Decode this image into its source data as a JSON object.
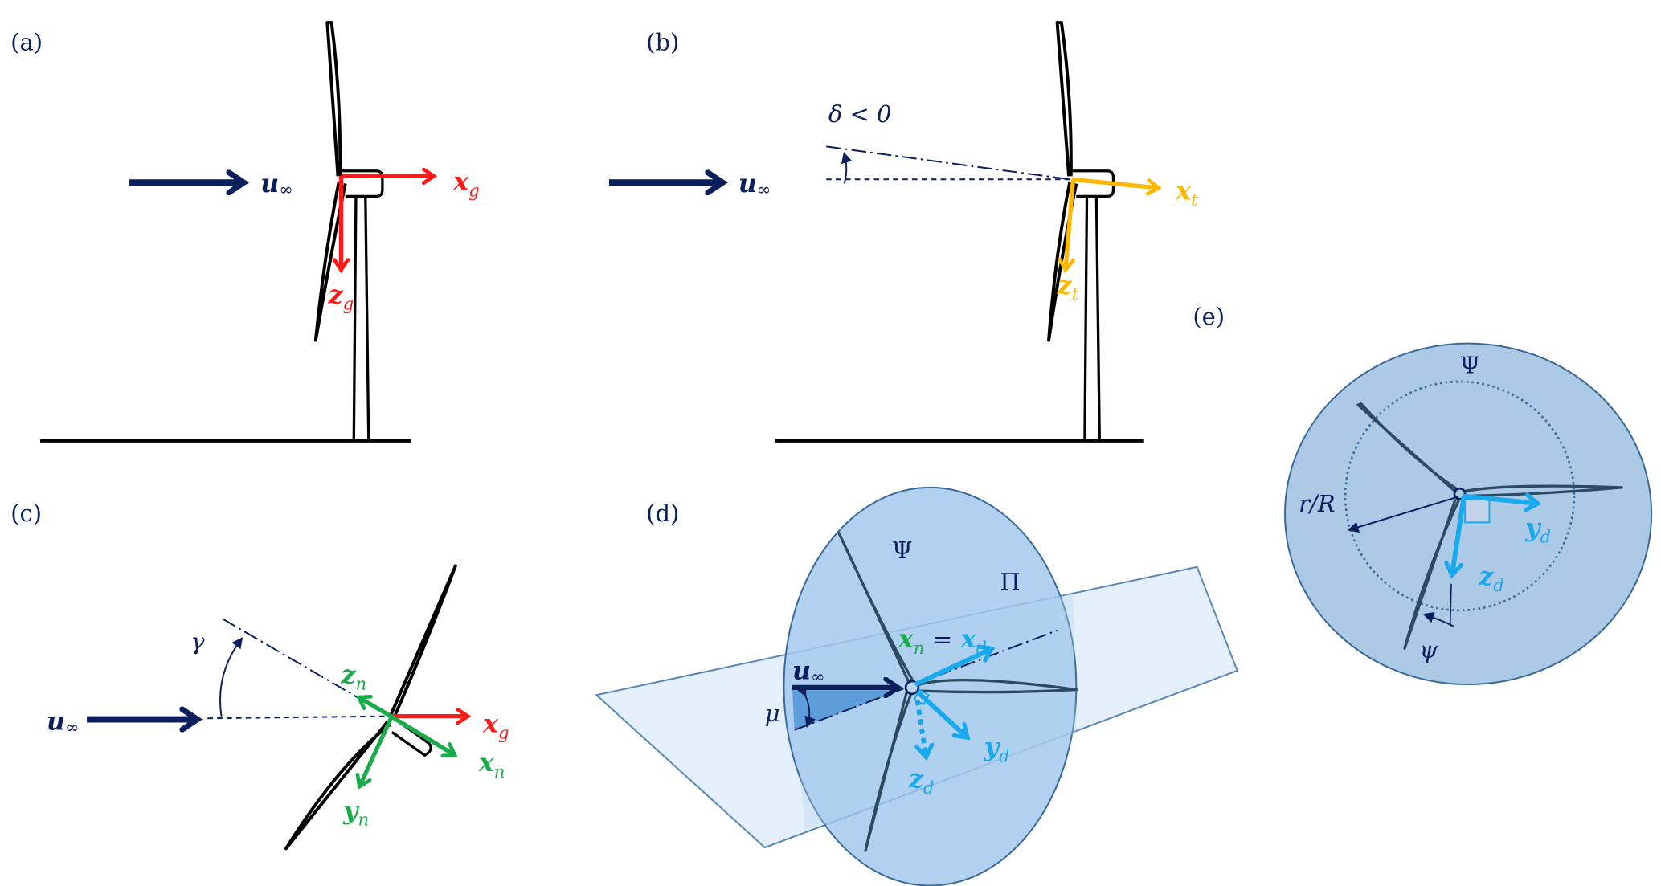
{
  "figure": {
    "colors": {
      "navy": "#0b1f5c",
      "red": "#ff1a1a",
      "orange": "#ffb800",
      "green": "#1aab4b",
      "cyan": "#19a9ec",
      "disk_fill": "#a9cbea",
      "disk_stroke": "#3a6a96",
      "plane_fill": "#dbeafb",
      "plane_stroke": "#5a86b4"
    },
    "panels": [
      {
        "id": "a",
        "label": "(a)",
        "freestream": "u",
        "freestream_sub": "∞",
        "axes": [
          {
            "name": "x",
            "sub": "g"
          },
          {
            "name": "z",
            "sub": "g"
          }
        ]
      },
      {
        "id": "b",
        "label": "(b)",
        "freestream": "u",
        "freestream_sub": "∞",
        "angle": "δ < 0",
        "axes": [
          {
            "name": "x",
            "sub": "t"
          },
          {
            "name": "z",
            "sub": "t"
          }
        ]
      },
      {
        "id": "c",
        "label": "(c)",
        "freestream": "u",
        "freestream_sub": "∞",
        "angle": "γ",
        "axes": [
          {
            "name": "z",
            "sub": "n"
          },
          {
            "name": "x",
            "sub": "g"
          },
          {
            "name": "x",
            "sub": "n"
          },
          {
            "name": "y",
            "sub": "n"
          }
        ]
      },
      {
        "id": "d",
        "label": "(d)",
        "freestream": "u",
        "freestream_sub": "∞",
        "angle": "μ",
        "disk": "Ψ",
        "plane": "Π",
        "equation": {
          "lhs": "x",
          "lhs_sub": "n",
          "op": "=",
          "rhs": "x",
          "rhs_sub": "d"
        },
        "axes": [
          {
            "name": "y",
            "sub": "d"
          },
          {
            "name": "z",
            "sub": "d"
          }
        ]
      },
      {
        "id": "e",
        "label": "(e)",
        "disk": "Ψ",
        "radius": "r/R",
        "angle": "ψ",
        "axes": [
          {
            "name": "y",
            "sub": "d"
          },
          {
            "name": "z",
            "sub": "d"
          }
        ]
      }
    ]
  }
}
